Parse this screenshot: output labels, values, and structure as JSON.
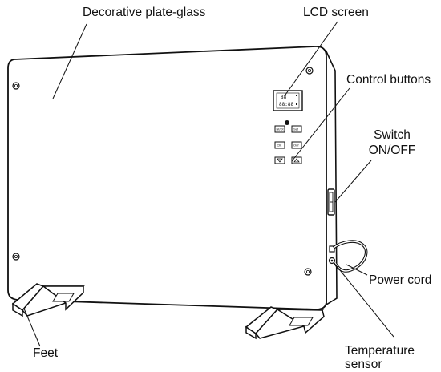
{
  "diagram": {
    "labels": {
      "decorative_plate_glass": "Decorative plate-glass",
      "lcd_screen": "LCD screen",
      "control_buttons": "Control buttons",
      "switch_line1": "Switch",
      "switch_line2": "ON/OFF",
      "power_cord": "Power cord",
      "feet": "Feet",
      "temperature_sensor_line1": "Temperature",
      "temperature_sensor_line2": "sensor"
    },
    "buttons": {
      "row1_left": "Nt/Dt",
      "row1_right": "Set",
      "row2_left": "Clk",
      "row2_right": "Onf"
    },
    "lcd": {
      "top_digits": "88",
      "bottom_digits": "88:88"
    },
    "colors": {
      "line": "#111111",
      "background": "#ffffff"
    }
  }
}
